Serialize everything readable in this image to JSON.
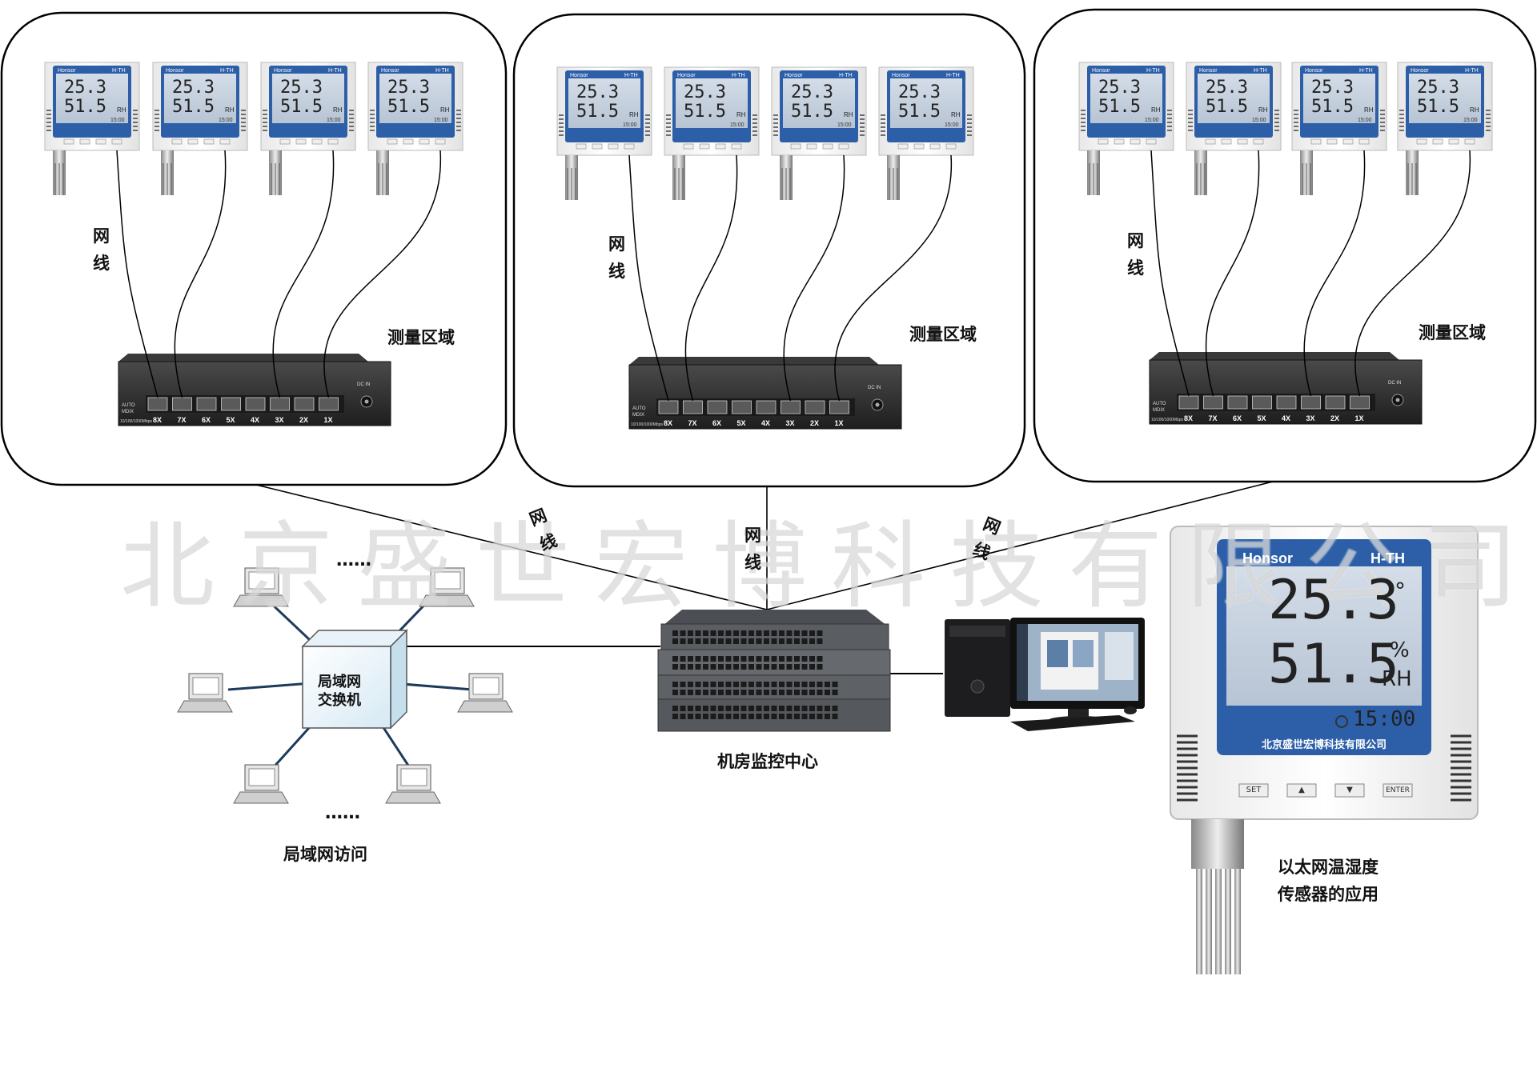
{
  "watermark": "北京盛世宏博科技有限公司",
  "zones": [
    {
      "label": "测量区域",
      "cable_label": "网线"
    },
    {
      "label": "测量区域",
      "cable_label": "网线"
    },
    {
      "label": "测量区域",
      "cable_label": "网线"
    }
  ],
  "uplink_labels": [
    "网线",
    "网线",
    "网线"
  ],
  "device_display": {
    "brand": "Honsor",
    "model": "H-TH",
    "temperature": "25.3",
    "temp_unit": "°",
    "humidity": "51.5",
    "hum_unit_top": "%",
    "hum_unit_bottom": "RH",
    "time": "15:00",
    "company": "北京盛世宏博科技有限公司",
    "buttons": [
      "SET",
      "▲",
      "▼",
      "ENTER"
    ]
  },
  "switch_ports": [
    "8X",
    "7X",
    "6X",
    "5X",
    "4X",
    "3X",
    "2X",
    "1X"
  ],
  "switch_text": {
    "auto": "AUTO",
    "mdix": "MDIX",
    "speed": "10/100/1000Mbps",
    "dc": "DC IN"
  },
  "lan": {
    "hub_line1": "局域网",
    "hub_line2": "交换机",
    "dots": "……",
    "caption": "局域网访问"
  },
  "center": {
    "caption": "机房监控中心"
  },
  "product_caption": {
    "line1": "以太网温湿度",
    "line2": "传感器的应用"
  }
}
